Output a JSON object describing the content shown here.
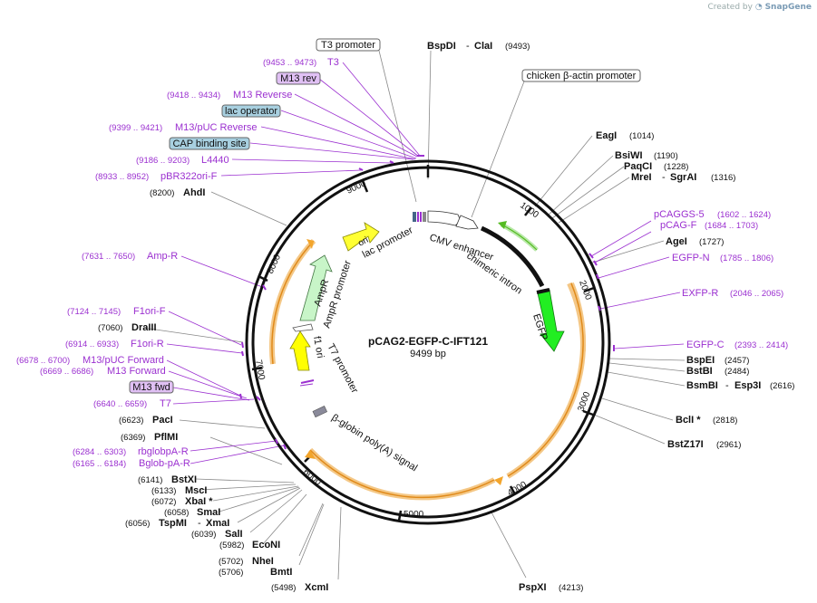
{
  "credit": {
    "prefix": "Created by",
    "brand": "SnapGene"
  },
  "plasmid": {
    "name": "pCAG2-EGFP-C-IFT121",
    "length": "9499 bp"
  },
  "colors": {
    "purple": "#9b30d0",
    "orange": "#f3a52b",
    "green_light": "#c8f5c8",
    "green": "#22dd22",
    "yellow": "#ffff00",
    "grey": "#8a8a8a",
    "backbone": "#111111"
  },
  "ticks": [
    "1000",
    "2000",
    "3000",
    "4000",
    "5000",
    "6000",
    "7000",
    "8000",
    "9000"
  ],
  "boxed": {
    "t3_promoter": "T3 promoter",
    "chicken_actin": "chicken β-actin promoter",
    "m13_rev": "M13 rev",
    "lac_operator": "lac operator",
    "cap_site": "CAP binding site",
    "m13_fwd": "M13 fwd"
  },
  "top_enzyme": {
    "name": "BspDI",
    "sep": "-",
    "name2": "ClaI",
    "pos": "(9493)"
  },
  "enzymes": [
    {
      "name": "EagI",
      "pos": "(1014)"
    },
    {
      "name": "BsiWI",
      "pos": "(1190)"
    },
    {
      "name": "PaqCI",
      "pos": "(1228)"
    },
    {
      "name": "MreI",
      "sep": "-",
      "name2": "SgrAI",
      "pos": "(1316)"
    },
    {
      "name": "AgeI",
      "pos": "(1727)"
    },
    {
      "name": "BspEI",
      "pos": "(2457)"
    },
    {
      "name": "BstBI",
      "pos": "(2484)"
    },
    {
      "name": "BsmBI",
      "sep": "-",
      "name2": "Esp3I",
      "pos": "(2616)"
    },
    {
      "name": "BclI *",
      "pos": "(2818)"
    },
    {
      "name": "BstZ17I",
      "pos": "(2961)"
    },
    {
      "name": "PspXI",
      "pos": "(4213)"
    },
    {
      "name": "XcmI",
      "pos": "(5498)"
    },
    {
      "name": "NheI",
      "pos": "(5702)"
    },
    {
      "name": "BmtI",
      "pos": "(5706)"
    },
    {
      "name": "EcoNI",
      "pos": "(5982)"
    },
    {
      "name": "SalI",
      "pos": "(6039)"
    },
    {
      "name": "TspMI",
      "sep": "-",
      "name2": "XmaI",
      "pos": "(6056)"
    },
    {
      "name": "SmaI",
      "pos": "(6058)"
    },
    {
      "name": "XbaI *",
      "pos": "(6072)"
    },
    {
      "name": "MscI",
      "pos": "(6133)"
    },
    {
      "name": "BstXI",
      "pos": "(6141)"
    },
    {
      "name": "PflMI",
      "pos": "(6369)"
    },
    {
      "name": "PacI",
      "pos": "(6623)"
    },
    {
      "name": "DraIII",
      "pos": "(7060)"
    },
    {
      "name": "AhdI",
      "pos": "(8200)"
    }
  ],
  "primers": [
    {
      "name": "T3",
      "pos": "(9453 .. 9473)"
    },
    {
      "name": "M13 Reverse",
      "pos": "(9418 .. 9434)"
    },
    {
      "name": "M13/pUC Reverse",
      "pos": "(9399 .. 9421)"
    },
    {
      "name": "L4440",
      "pos": "(9186 .. 9203)"
    },
    {
      "name": "pBR322ori-F",
      "pos": "(8933 .. 8952)"
    },
    {
      "name": "pCAGGS-5",
      "pos": "(1602 .. 1624)"
    },
    {
      "name": "pCAG-F",
      "pos": "(1684 .. 1703)"
    },
    {
      "name": "EGFP-N",
      "pos": "(1785 .. 1806)"
    },
    {
      "name": "EXFP-R",
      "pos": "(2046 .. 2065)"
    },
    {
      "name": "EGFP-C",
      "pos": "(2393 .. 2414)"
    },
    {
      "name": "Amp-R",
      "pos": "(7631 .. 7650)"
    },
    {
      "name": "F1ori-F",
      "pos": "(7124 .. 7145)"
    },
    {
      "name": "F1ori-R",
      "pos": "(6914 .. 6933)"
    },
    {
      "name": "M13/pUC Forward",
      "pos": "(6678 .. 6700)"
    },
    {
      "name": "M13 Forward",
      "pos": "(6669 .. 6686)"
    },
    {
      "name": "T7",
      "pos": "(6640 .. 6659)"
    },
    {
      "name": "rbglobpA-R",
      "pos": "(6284 .. 6303)"
    },
    {
      "name": "Bglob-pA-R",
      "pos": "(6165 .. 6184)"
    }
  ],
  "features": {
    "ori": "ori",
    "lac_promoter": "lac promoter",
    "cmv_enhancer": "CMV enhancer",
    "chimeric_intron": "chimeric intron",
    "egfp": "EGFP",
    "ampr": "AmpR",
    "ampr_promoter": "AmpR promoter",
    "f1_ori": "f1 ori",
    "t7_promoter": "T7 promoter",
    "bglobin": "β-globin poly(A) signal"
  }
}
